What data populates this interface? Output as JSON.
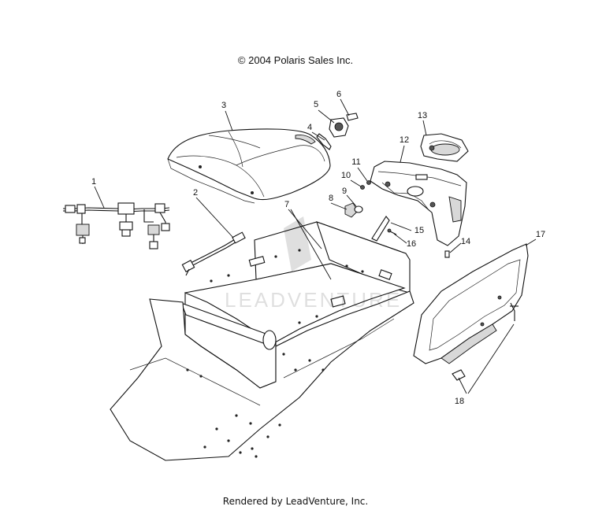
{
  "header": {
    "copyright": "© 2004 Polaris Sales Inc."
  },
  "footer": {
    "rendered_by": "Rendered by LeadVenture, Inc."
  },
  "watermark": {
    "text": "LEADVENTURE"
  },
  "callouts": [
    "1",
    "2",
    "3",
    "4",
    "5",
    "6",
    "7",
    "8",
    "9",
    "10",
    "11",
    "12",
    "13",
    "14",
    "15",
    "16",
    "17",
    "18"
  ]
}
